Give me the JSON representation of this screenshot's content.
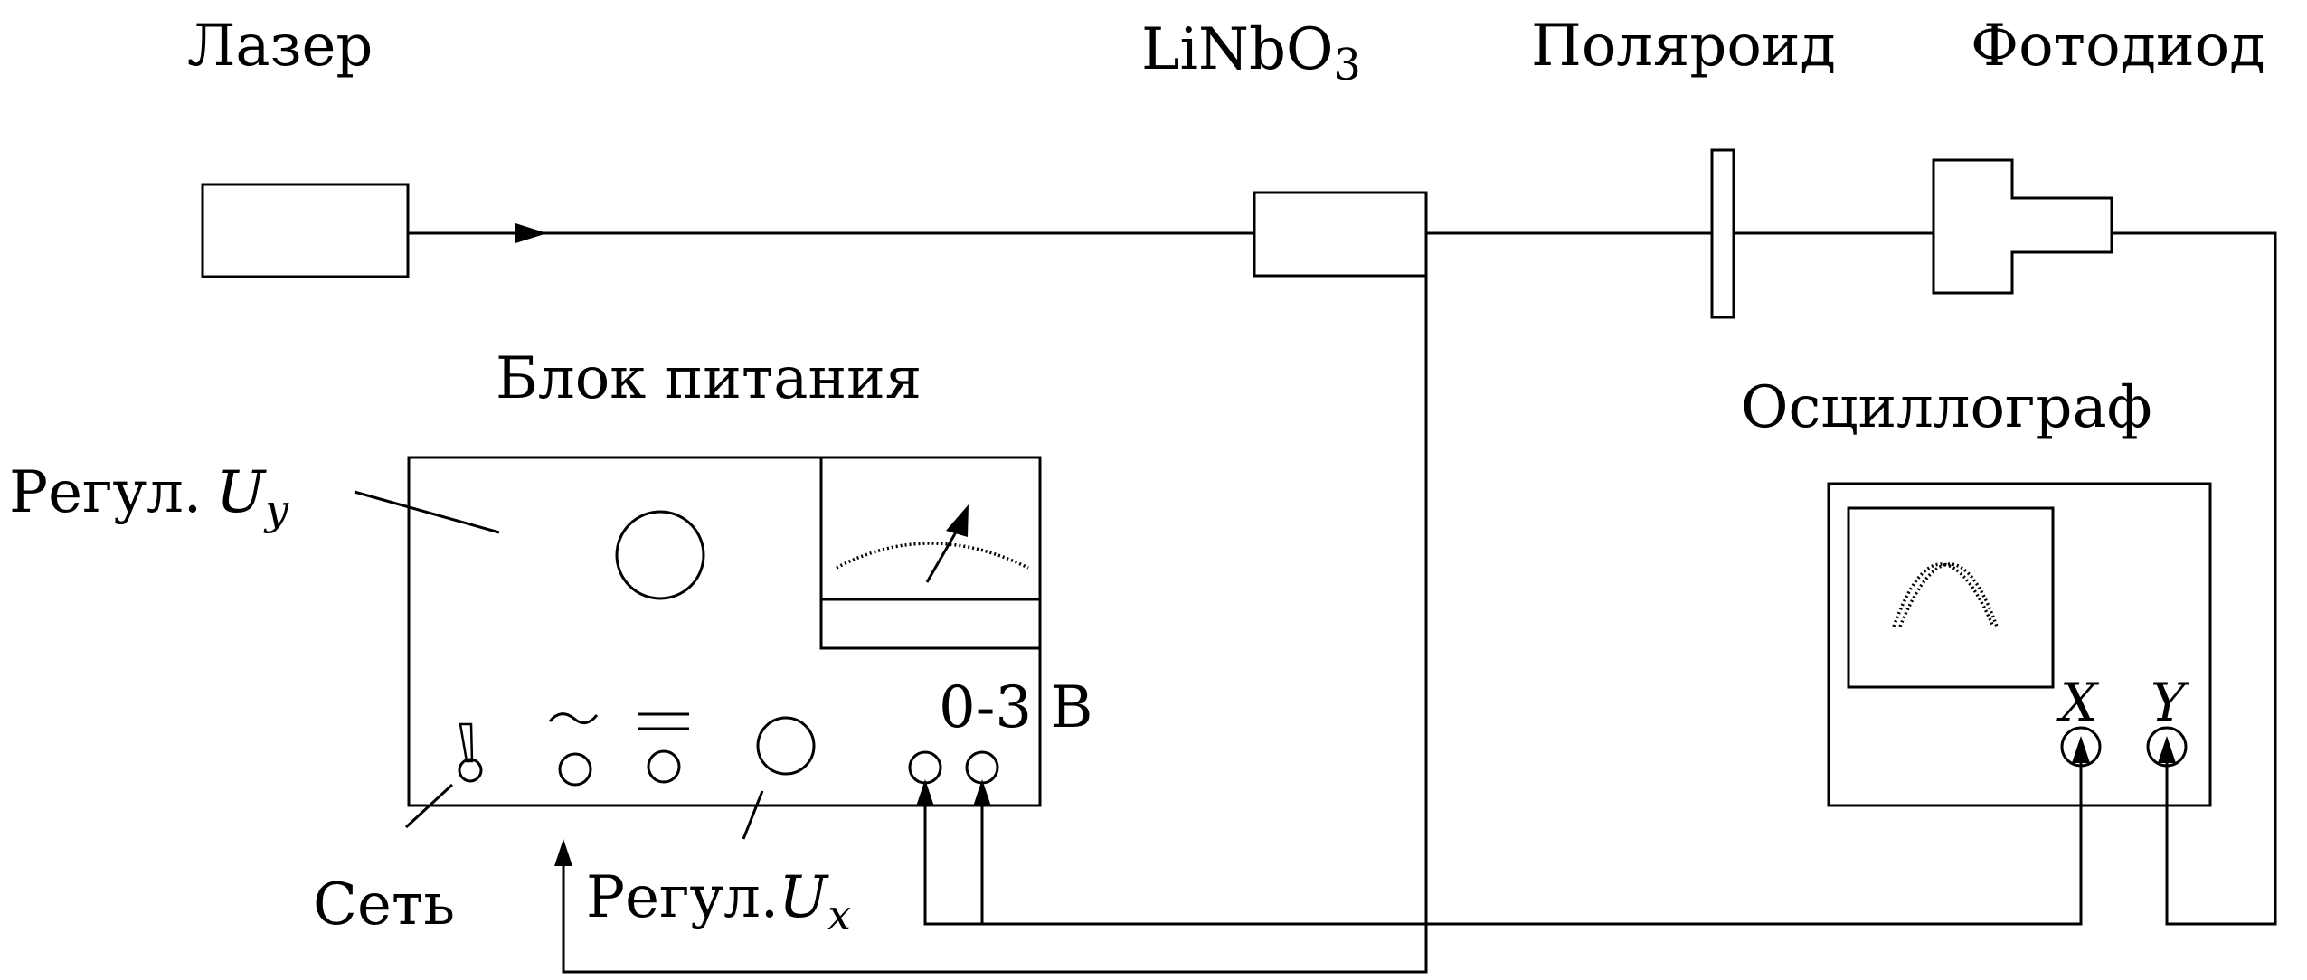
{
  "labels": {
    "laser": "Лазер",
    "crystal_base": "LiNbO",
    "crystal_sub": "3",
    "polaroid": "Поляроид",
    "photodiode": "Фотодиод",
    "power_supply": "Блок питания",
    "oscilloscope": "Осциллограф",
    "regul_uy_prefix": "Регул.",
    "uy_symbol": "U",
    "uy_sub": "y",
    "range": "0-3 В",
    "network": "Сеть",
    "regul_ux_prefix": "Регул.",
    "ux_symbol": "U",
    "ux_sub": "x",
    "osc_x": "X",
    "osc_y": "Y"
  },
  "symbols": {
    "ac": "~",
    "dc": "="
  }
}
